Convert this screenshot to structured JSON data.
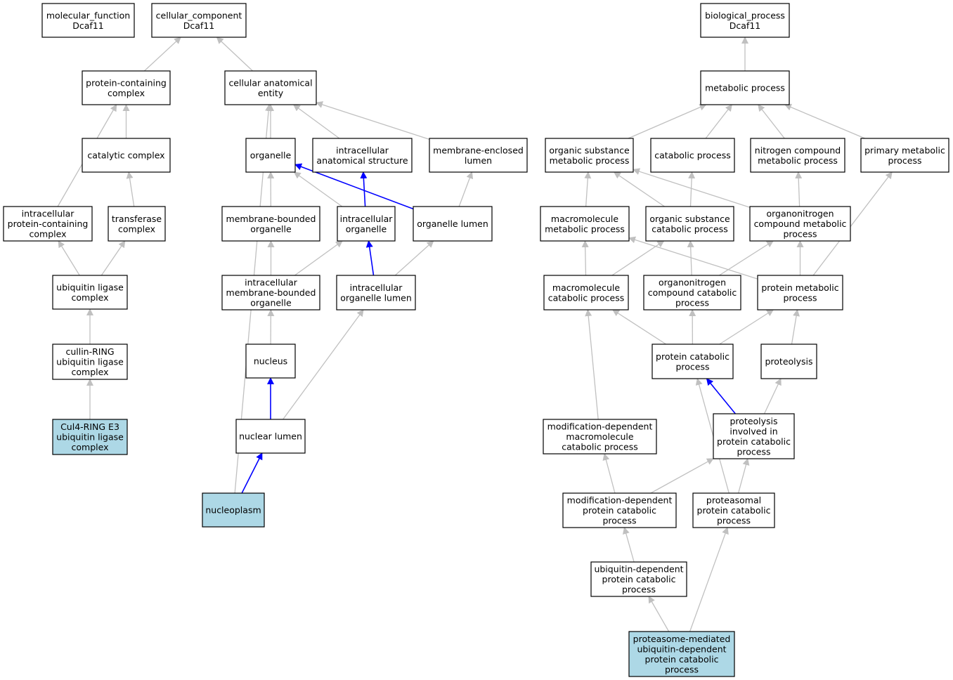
{
  "colors": {
    "edge_default": "#c0c0c0",
    "edge_highlight": "#0000ff",
    "node_highlight": "#add8e6",
    "node_fill": "#ffffff",
    "node_border": "#000000"
  },
  "nodes": {
    "mf": {
      "lines": [
        "molecular_function",
        "Dcaf11"
      ],
      "highlight": false
    },
    "cc": {
      "lines": [
        "cellular_component",
        "Dcaf11"
      ],
      "highlight": false
    },
    "bp": {
      "lines": [
        "biological_process",
        "Dcaf11"
      ],
      "highlight": false
    },
    "pcc": {
      "lines": [
        "protein-containing",
        "complex"
      ],
      "highlight": false
    },
    "cae": {
      "lines": [
        "cellular anatomical",
        "entity"
      ],
      "highlight": false
    },
    "met": {
      "lines": [
        "metabolic process"
      ],
      "highlight": false
    },
    "catc": {
      "lines": [
        "catalytic complex"
      ],
      "highlight": false
    },
    "org": {
      "lines": [
        "organelle"
      ],
      "highlight": false
    },
    "ias": {
      "lines": [
        "intracellular",
        "anatomical structure"
      ],
      "highlight": false
    },
    "mel": {
      "lines": [
        "membrane-enclosed",
        "lumen"
      ],
      "highlight": false
    },
    "osm": {
      "lines": [
        "organic substance",
        "metabolic process"
      ],
      "highlight": false
    },
    "cat": {
      "lines": [
        "catabolic process"
      ],
      "highlight": false
    },
    "ncm": {
      "lines": [
        "nitrogen compound",
        "metabolic process"
      ],
      "highlight": false
    },
    "pmp": {
      "lines": [
        "primary metabolic",
        "process"
      ],
      "highlight": false
    },
    "ipcc": {
      "lines": [
        "intracellular",
        "protein-containing",
        "complex"
      ],
      "highlight": false
    },
    "tc": {
      "lines": [
        "transferase",
        "complex"
      ],
      "highlight": false
    },
    "mbo": {
      "lines": [
        "membrane-bounded",
        "organelle"
      ],
      "highlight": false
    },
    "io": {
      "lines": [
        "intracellular",
        "organelle"
      ],
      "highlight": false
    },
    "ol": {
      "lines": [
        "organelle lumen"
      ],
      "highlight": false
    },
    "mmp": {
      "lines": [
        "macromolecule",
        "metabolic process"
      ],
      "highlight": false
    },
    "oscp": {
      "lines": [
        "organic substance",
        "catabolic process"
      ],
      "highlight": false
    },
    "oncm": {
      "lines": [
        "organonitrogen",
        "compound metabolic",
        "process"
      ],
      "highlight": false
    },
    "ulc": {
      "lines": [
        "ubiquitin ligase",
        "complex"
      ],
      "highlight": false
    },
    "imbo": {
      "lines": [
        "intracellular",
        "membrane-bounded",
        "organelle"
      ],
      "highlight": false
    },
    "iol": {
      "lines": [
        "intracellular",
        "organelle lumen"
      ],
      "highlight": false
    },
    "mcp": {
      "lines": [
        "macromolecule",
        "catabolic process"
      ],
      "highlight": false
    },
    "onccp": {
      "lines": [
        "organonitrogen",
        "compound catabolic",
        "process"
      ],
      "highlight": false
    },
    "prmp": {
      "lines": [
        "protein metabolic",
        "process"
      ],
      "highlight": false
    },
    "crl": {
      "lines": [
        "cullin-RING",
        "ubiquitin ligase",
        "complex"
      ],
      "highlight": false
    },
    "nuc": {
      "lines": [
        "nucleus"
      ],
      "highlight": false
    },
    "pcp": {
      "lines": [
        "protein catabolic",
        "process"
      ],
      "highlight": false
    },
    "prot": {
      "lines": [
        "proteolysis"
      ],
      "highlight": false
    },
    "cul4": {
      "lines": [
        "Cul4-RING E3",
        "ubiquitin ligase",
        "complex"
      ],
      "highlight": true
    },
    "nl": {
      "lines": [
        "nuclear lumen"
      ],
      "highlight": false
    },
    "mdmc": {
      "lines": [
        "modification-dependent",
        "macromolecule",
        "catabolic process"
      ],
      "highlight": false
    },
    "pipc": {
      "lines": [
        "proteolysis",
        "involved in",
        "protein catabolic",
        "process"
      ],
      "highlight": false
    },
    "np": {
      "lines": [
        "nucleoplasm"
      ],
      "highlight": true
    },
    "mdpc": {
      "lines": [
        "modification-dependent",
        "protein catabolic",
        "process"
      ],
      "highlight": false
    },
    "ppcp": {
      "lines": [
        "proteasomal",
        "protein catabolic",
        "process"
      ],
      "highlight": false
    },
    "udpc": {
      "lines": [
        "ubiquitin-dependent",
        "protein catabolic",
        "process"
      ],
      "highlight": false
    },
    "pmud": {
      "lines": [
        "proteasome-mediated",
        "ubiquitin-dependent",
        "protein catabolic",
        "process"
      ],
      "highlight": true
    }
  },
  "edges": [
    [
      "pcc",
      "cc",
      false
    ],
    [
      "cae",
      "cc",
      false
    ],
    [
      "catc",
      "pcc",
      false
    ],
    [
      "ipcc",
      "pcc",
      false
    ],
    [
      "tc",
      "catc",
      false
    ],
    [
      "ulc",
      "ipcc",
      false
    ],
    [
      "ulc",
      "tc",
      false
    ],
    [
      "crl",
      "ulc",
      false
    ],
    [
      "cul4",
      "crl",
      false
    ],
    [
      "org",
      "cae",
      false
    ],
    [
      "ias",
      "cae",
      false
    ],
    [
      "mel",
      "cae",
      false
    ],
    [
      "np",
      "cae",
      false
    ],
    [
      "mbo",
      "org",
      false
    ],
    [
      "io",
      "org",
      false
    ],
    [
      "ol",
      "org",
      true
    ],
    [
      "io",
      "ias",
      true
    ],
    [
      "ol",
      "mel",
      false
    ],
    [
      "imbo",
      "mbo",
      false
    ],
    [
      "imbo",
      "io",
      false
    ],
    [
      "iol",
      "io",
      true
    ],
    [
      "iol",
      "ol",
      false
    ],
    [
      "nuc",
      "imbo",
      false
    ],
    [
      "nl",
      "nuc",
      true
    ],
    [
      "nl",
      "iol",
      false
    ],
    [
      "np",
      "nl",
      true
    ],
    [
      "met",
      "bp",
      false
    ],
    [
      "osm",
      "met",
      false
    ],
    [
      "cat",
      "met",
      false
    ],
    [
      "ncm",
      "met",
      false
    ],
    [
      "pmp",
      "met",
      false
    ],
    [
      "mmp",
      "osm",
      false
    ],
    [
      "oscp",
      "osm",
      false
    ],
    [
      "oscp",
      "cat",
      false
    ],
    [
      "oncm",
      "osm",
      false
    ],
    [
      "oncm",
      "ncm",
      false
    ],
    [
      "mcp",
      "mmp",
      false
    ],
    [
      "mcp",
      "oscp",
      false
    ],
    [
      "onccp",
      "oscp",
      false
    ],
    [
      "onccp",
      "oncm",
      false
    ],
    [
      "prmp",
      "mmp",
      false
    ],
    [
      "prmp",
      "oncm",
      false
    ],
    [
      "prmp",
      "pmp",
      false
    ],
    [
      "pcp",
      "mcp",
      false
    ],
    [
      "pcp",
      "onccp",
      false
    ],
    [
      "pcp",
      "prmp",
      false
    ],
    [
      "prot",
      "prmp",
      false
    ],
    [
      "mdmc",
      "mcp",
      false
    ],
    [
      "pipc",
      "pcp",
      true
    ],
    [
      "pipc",
      "prot",
      false
    ],
    [
      "mdpc",
      "mdmc",
      false
    ],
    [
      "mdpc",
      "pipc",
      false
    ],
    [
      "ppcp",
      "pcp",
      false
    ],
    [
      "ppcp",
      "pipc",
      false
    ],
    [
      "udpc",
      "mdpc",
      false
    ],
    [
      "pmud",
      "udpc",
      false
    ],
    [
      "pmud",
      "ppcp",
      false
    ]
  ]
}
